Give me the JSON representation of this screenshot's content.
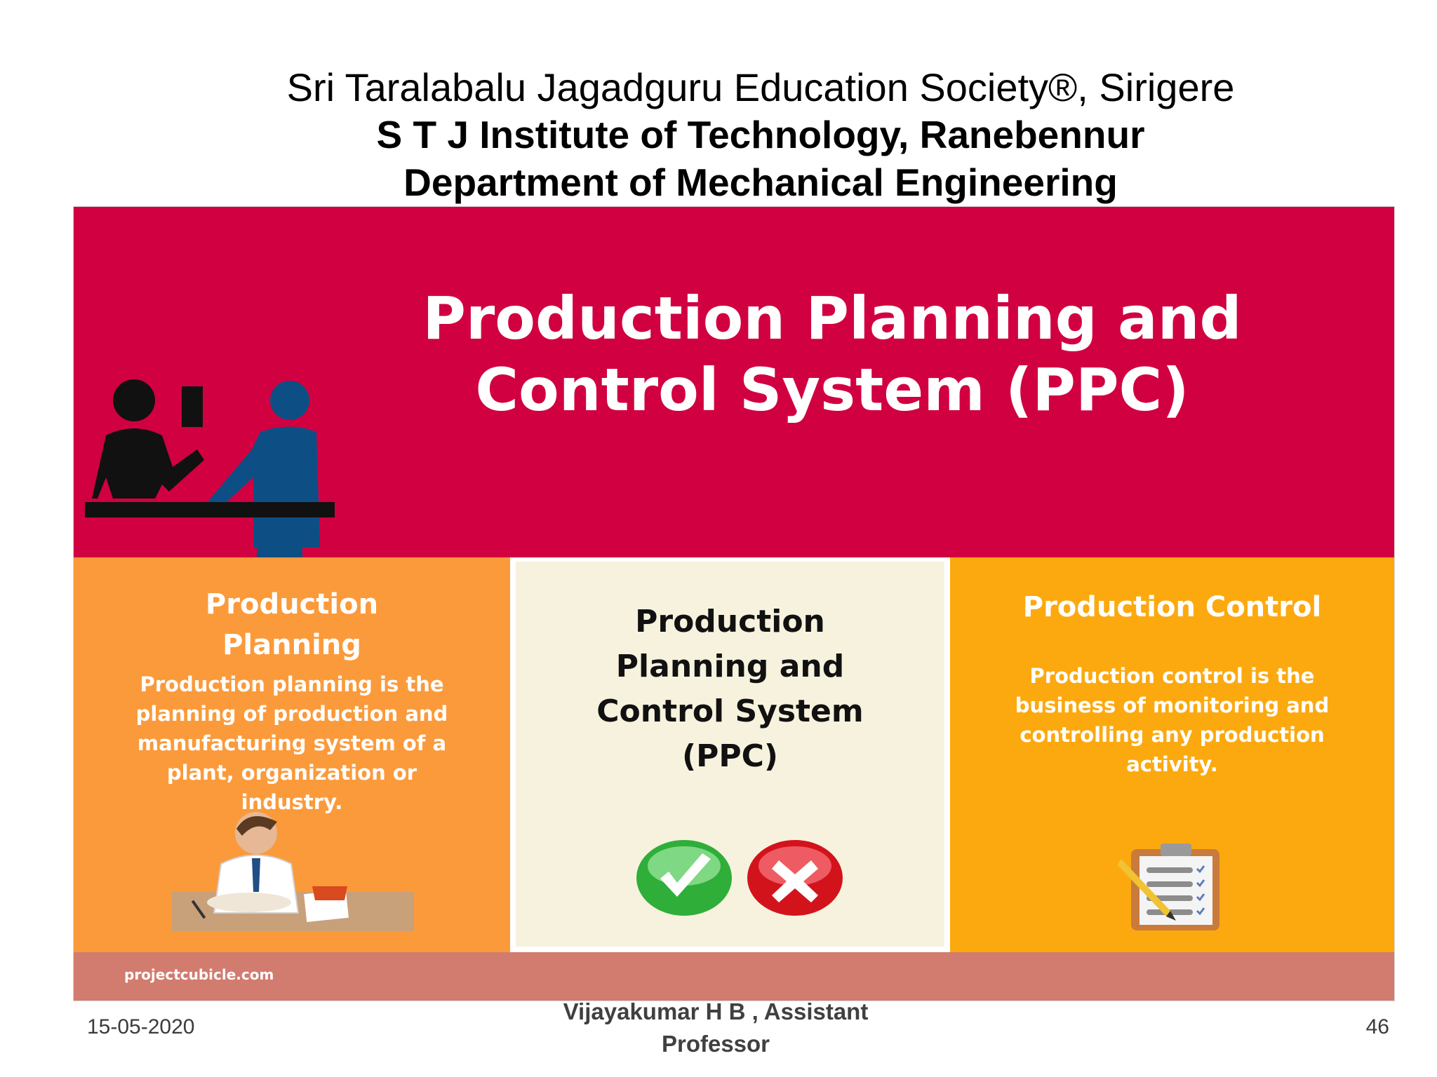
{
  "header": {
    "society": "Sri Taralabalu Jagadguru Education Society®, Sirigere",
    "institute": "S T J Institute of Technology, Ranebennur",
    "department": "Department of Mechanical Engineering"
  },
  "infographic": {
    "title_line1": "Production Planning and",
    "title_line2": "Control System (PPC)",
    "icon_people": "reception-desk-icon",
    "columns": [
      {
        "heading_line1": "Production",
        "heading_line2": "Planning",
        "body_lines": [
          "Production planning is the",
          "planning of production and",
          "manufacturing system of a",
          "plant, organization or",
          "industry."
        ],
        "icon": "stressed-worker-icon",
        "color": "#fb9a3a"
      },
      {
        "heading_lines": [
          "Production",
          "Planning and",
          "Control System",
          "(PPC)"
        ],
        "icons": [
          "check-icon",
          "cross-icon"
        ],
        "color": "#f6f2de"
      },
      {
        "heading": "Production Control",
        "body_lines": [
          "Production control is the",
          "business of monitoring and",
          "controlling any production",
          "activity."
        ],
        "icon": "clipboard-checklist-icon",
        "color": "#fca90f"
      }
    ],
    "credit": "projectcubicle.com",
    "banner_color": "#d10041"
  },
  "footer": {
    "date": "15-05-2020",
    "author_line1": "Vijayakumar H B , Assistant",
    "author_line2": "Professor",
    "page": "46"
  }
}
